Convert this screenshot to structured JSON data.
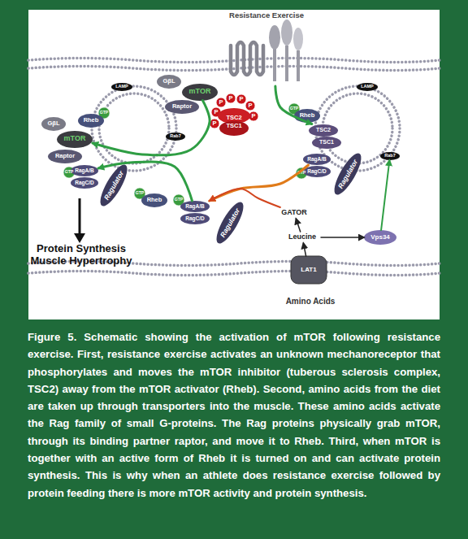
{
  "diagram": {
    "caption": "Figure 5. Schematic showing the activation of mTOR following resistance exercise. First, resistance exercise activates an unknown mechanoreceptor that phosphorylates and moves the mTOR inhibitor (tuberous sclerosis complex, TSC2) away from the mTOR activator (Rheb). Second, amino acids from the diet are taken up through transporters into the muscle. These amino acids activate the Rag family of small G-proteins. The Rag proteins physically grab mTOR, through its binding partner raptor, and move it to Rheb. Third, when mTOR is together with an active form of Rheb it is turned on and can activate protein synthesis. This is why when an athlete does resistance exercise followed by protein feeding there is more mTOR activity and protein synthesis.",
    "nodes": [
      {
        "text": [
          "Resistance Exercise"
        ]
      },
      {
        "text": [
          "TSC2",
          "TSC1"
        ]
      },
      {
        "text": [
          "GβL"
        ]
      },
      {
        "text": [
          "mTOR"
        ]
      },
      {
        "text": [
          "Raptor"
        ]
      },
      {
        "text": [
          "LAMP"
        ]
      },
      {
        "text": [
          "LAMP"
        ]
      },
      {
        "text": [
          "GβL"
        ]
      },
      {
        "text": [
          "Rheb"
        ]
      },
      {
        "text": [
          "mTOR"
        ]
      },
      {
        "text": [
          "Raptor"
        ]
      },
      {
        "text": [
          "RagA/B"
        ]
      },
      {
        "text": [
          "RagC/D"
        ]
      },
      {
        "text": [
          "Ragulator"
        ]
      },
      {
        "text": [
          "Rab7"
        ]
      },
      {
        "text": [
          "Rheb"
        ]
      },
      {
        "text": [
          "TSC2"
        ]
      },
      {
        "text": [
          "TSC1"
        ]
      },
      {
        "text": [
          "RagA/B"
        ]
      },
      {
        "text": [
          "RagC/D"
        ]
      },
      {
        "text": [
          "Ragulator"
        ]
      },
      {
        "text": [
          "Rab7"
        ]
      },
      {
        "text": [
          "Rheb"
        ]
      },
      {
        "text": [
          "RagA/B"
        ]
      },
      {
        "text": [
          "RagC/D"
        ]
      },
      {
        "text": [
          "Ragulator"
        ]
      },
      {
        "text": [
          "GATOR"
        ]
      },
      {
        "text": [
          "Leucine"
        ]
      },
      {
        "text": [
          "Vps34"
        ]
      },
      {
        "text": [
          "LAT1"
        ]
      }
    ],
    "edges": [
      {
        "from": 0,
        "to": 16,
        "arrow": "to"
      },
      {
        "from": 3,
        "to": 9,
        "arrow": "to"
      },
      {
        "from": 23,
        "to": 11,
        "arrow": "to"
      },
      {
        "from": 18,
        "to": 23,
        "arrow": "to"
      },
      {
        "from": 26,
        "to": 23,
        "arrow": "to"
      },
      {
        "from": 27,
        "to": 26,
        "arrow": "to"
      },
      {
        "from": 27,
        "to": 28,
        "arrow": "to"
      },
      {
        "from": 28,
        "to": 21,
        "arrow": "to"
      },
      {
        "from": 29,
        "to": 27,
        "arrow": "to"
      }
    ],
    "labels": [
      "P",
      "P",
      "P",
      "P",
      "P",
      "P",
      "P",
      "GTP",
      "GTP",
      "GTP",
      "GTP",
      "GTP",
      "GTP",
      "Protein Synthesis Muscle Hypertrophy",
      "Amino Acids"
    ]
  }
}
